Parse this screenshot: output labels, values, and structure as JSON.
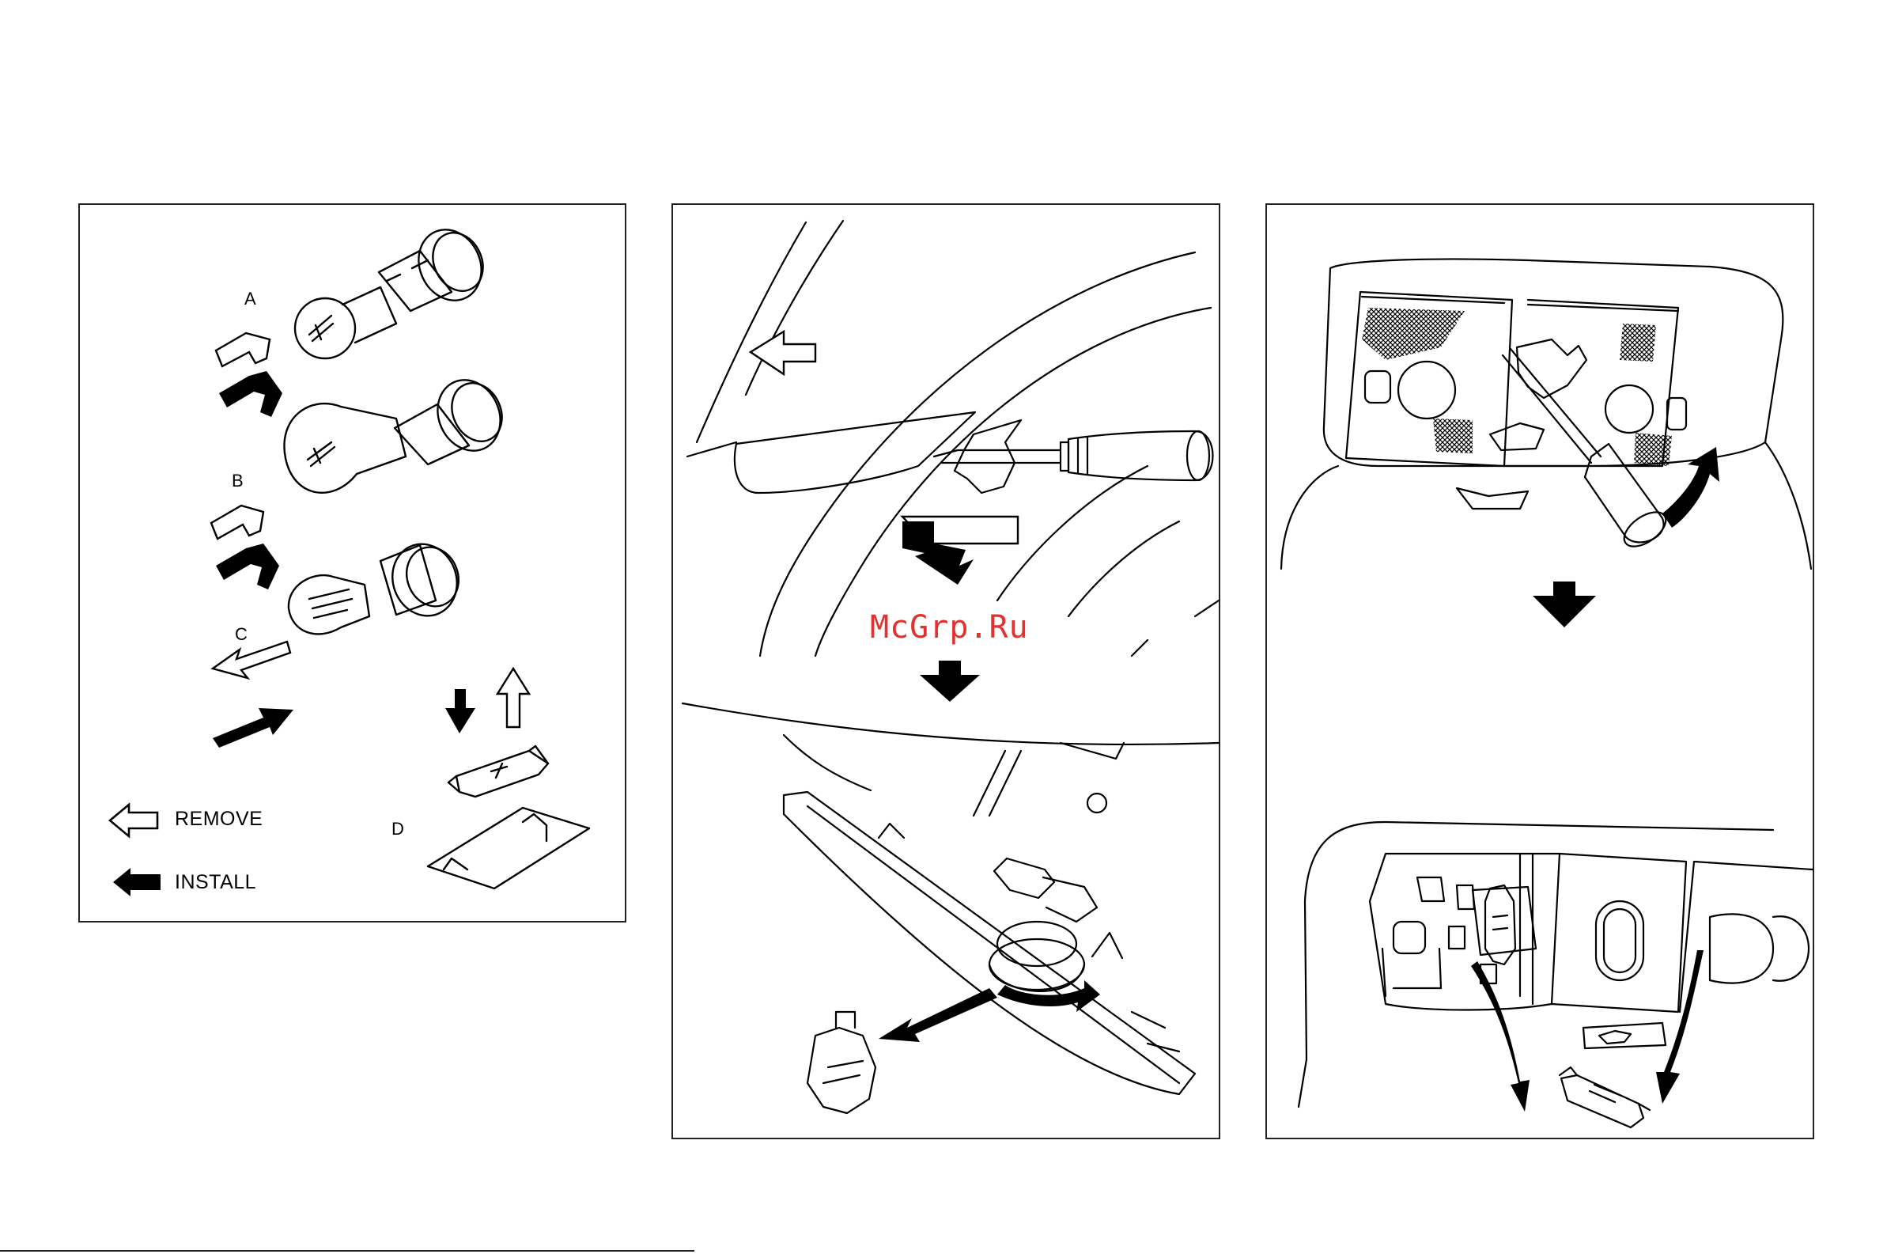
{
  "panels": [
    {
      "labels": {
        "a": "A",
        "b": "B",
        "c": "C",
        "d": "D"
      },
      "legend": {
        "remove": "REMOVE",
        "install": "INSTALL"
      }
    },
    {},
    {}
  ],
  "watermark": "McGrp.Ru"
}
